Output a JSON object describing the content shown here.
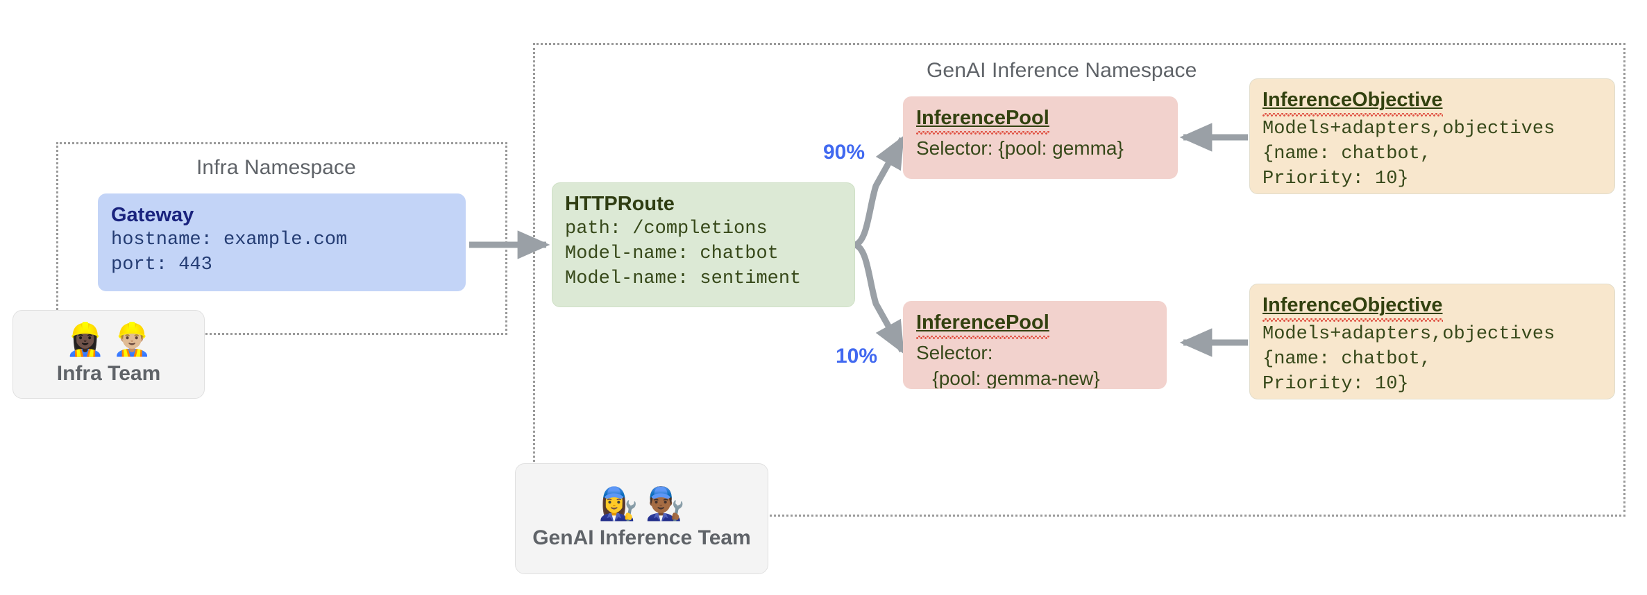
{
  "diagram": {
    "namespaces": [
      {
        "id": "infra",
        "title": "Infra Namespace"
      },
      {
        "id": "genai",
        "title": "GenAI Inference Namespace"
      }
    ],
    "gateway": {
      "title": "Gateway",
      "line1": "hostname: example.com",
      "line2": "port: 443"
    },
    "httproute": {
      "title": "HTTPRoute",
      "line1": "path: /completions",
      "line2": "Model-name: chatbot",
      "line3": "Model-name: sentiment"
    },
    "pools": [
      {
        "title": "InferencePool",
        "line1": "Selector: {pool: gemma}",
        "line2": "",
        "weight": "90%"
      },
      {
        "title": "InferencePool",
        "line1": "Selector:",
        "line2": "   {pool: gemma-new}",
        "weight": "10%"
      }
    ],
    "objectives": [
      {
        "title": "InferenceObjective",
        "line1": "Models+adapters,objectives",
        "line2": "{name: chatbot,",
        "line3": "Priority: 10}"
      },
      {
        "title": "InferenceObjective",
        "line1": "Models+adapters,objectives",
        "line2": "{name: chatbot,",
        "line3": "Priority: 10}"
      }
    ],
    "teams": [
      {
        "id": "infra-team",
        "label": "Infra Team",
        "faces": "👷🏿‍♀️👷🏼‍♂️"
      },
      {
        "id": "genai-team",
        "label": "GenAI Inference Team",
        "faces": "👩‍🔧👨🏾‍🔧"
      }
    ],
    "colors": {
      "gateway_bg": "#c3d4f7",
      "route_bg": "#dce9d5",
      "pool_bg": "#f2d2cd",
      "objective_bg": "#f8e7cd",
      "team_bg": "#f4f4f4",
      "arrow": "#9aa0a6",
      "weight_label": "#4169f0",
      "namespace_border": "#9a9a9a",
      "namespace_title": "#5f6368"
    }
  }
}
